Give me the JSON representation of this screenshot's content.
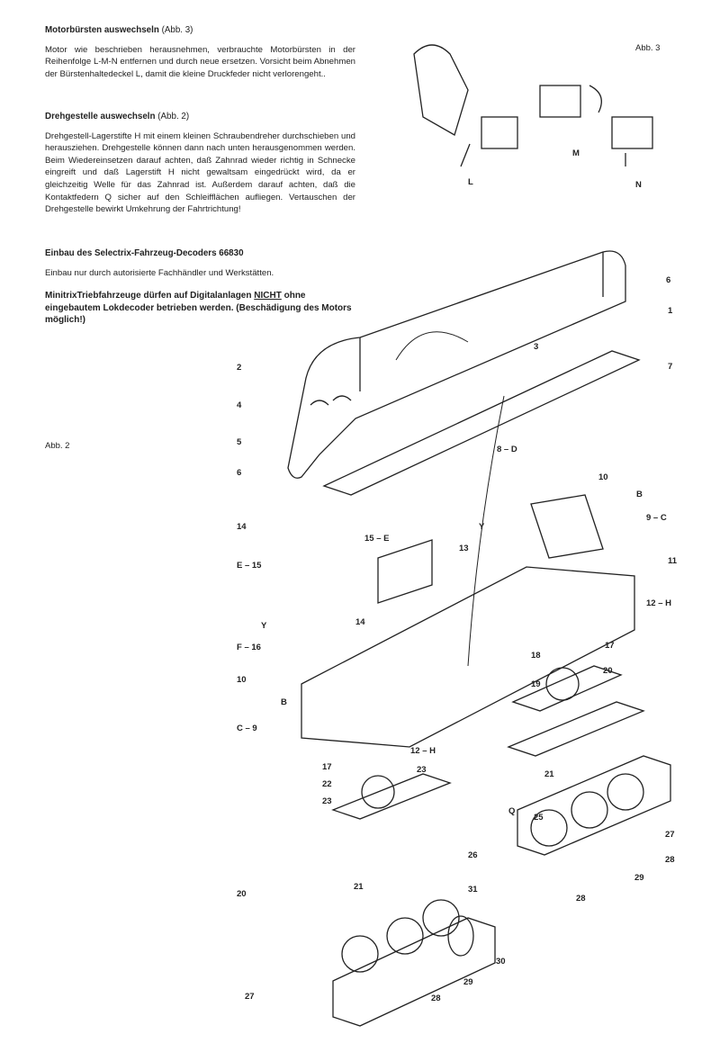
{
  "sections": [
    {
      "title": "Motorbürsten auswechseln",
      "ref": "(Abb. 3)",
      "body": "Motor wie beschrieben herausnehmen, verbrauchte Motorbürsten in der Reihenfolge L-M-N entfernen und durch neue ersetzen. Vorsicht beim Abnehmen der Bürstenhaltedeckel L, damit die kleine Druckfeder nicht verlorengeht.."
    },
    {
      "title": "Drehgestelle auswechseln",
      "ref": "(Abb. 2)",
      "body": "Drehgestell-Lagerstifte H mit einem kleinen Schraubendreher durchschieben und herausziehen. Drehgestelle können dann nach unten herausgenommen werden. Beim Wiedereinsetzen darauf achten, daß Zahnrad wieder richtig in Schnecke eingreift und daß Lagerstift H nicht gewaltsam eingedrückt wird, da er gleichzeitig Welle für das Zahnrad ist. Außerdem darauf achten, daß die Kontaktfedern Q sicher auf den Schleifflächen aufliegen. Vertauschen der Drehgestelle bewirkt Umkehrung der Fahrtrichtung!"
    },
    {
      "title": "Einbau des Selectrix-Fahrzeug-Decoders 66830",
      "ref": "",
      "body": "Einbau nur durch autorisierte Fachhändler und Werkstätten."
    }
  ],
  "warning": {
    "pre": "MinitrixTriebfahrzeuge dürfen auf Digitalanlagen ",
    "emph": "NICHT",
    "post": " ohne eingebautem Lokdecoder betrieben werden. (Beschädigung des Motors möglich!)"
  },
  "figures": {
    "abb3": "Abb. 3",
    "abb2": "Abb. 2"
  },
  "labels": [
    "L",
    "M",
    "N",
    "1",
    "2",
    "3",
    "4",
    "5",
    "6",
    "6",
    "7",
    "8 – D",
    "10",
    "B",
    "9 – C",
    "11",
    "12 – H",
    "13",
    "14",
    "15 – E",
    "E – 15",
    "Y",
    "Y",
    "14",
    "F – 16",
    "10",
    "B",
    "C – 9",
    "18",
    "19",
    "17",
    "20",
    "12 – H",
    "17",
    "22",
    "23",
    "23",
    "21",
    "Q",
    "25",
    "26",
    "21",
    "20",
    "31",
    "30",
    "27",
    "28",
    "29",
    "27",
    "28",
    "29",
    "28"
  ]
}
